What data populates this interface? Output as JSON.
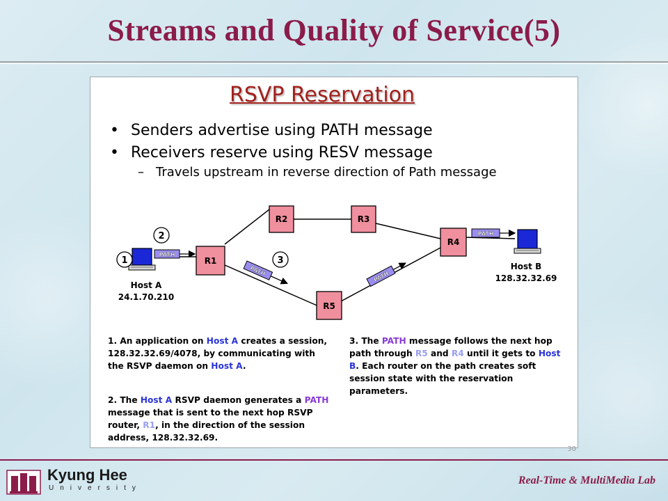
{
  "slide": {
    "title": "Streams and Quality of Service(5)",
    "footer_lab": "Real-Time & MultiMedia Lab",
    "logo_name": "Kyung Hee",
    "logo_sub": "University"
  },
  "content": {
    "heading": "RSVP Reservation",
    "bullets": [
      "Senders advertise using PATH message",
      "Receivers reserve using RESV message"
    ],
    "sub_bullet": "Travels upstream in reverse direction of Path message",
    "slide_number": "30"
  },
  "diagram": {
    "routers": [
      "R1",
      "R2",
      "R3",
      "R4",
      "R5"
    ],
    "host_a": {
      "label": "Host A",
      "ip": "24.1.70.210"
    },
    "host_b": {
      "label": "Host B",
      "ip": "128.32.32.69"
    },
    "path_label": "PATH",
    "steps": [
      "1",
      "2",
      "3"
    ]
  },
  "captions": {
    "c1": {
      "p1": "1. An application on ",
      "host": "Host A",
      "p2": " creates a session, 128.32.32.69/4078, by communicating with the RSVP daemon on ",
      "host2": "Host A",
      "p3": "."
    },
    "c2": {
      "p1": "2. The ",
      "host": "Host A",
      "p2": " RSVP daemon generates a ",
      "path": "PATH",
      "p3": " message that is sent to the next hop RSVP router, ",
      "r1": "R1",
      "p4": ", in the direction of the session address, 128.32.32.69."
    },
    "c3": {
      "p1": "3. The ",
      "path": "PATH",
      "p2": " message follows the next hop path through ",
      "r5": "R5",
      "p3": " and ",
      "r4": "R4",
      "p4": " until it gets to ",
      "host": "Host B",
      "p5": ". Each router on the path creates soft session state with the reservation parameters."
    }
  },
  "colors": {
    "title": "#8b1c4a",
    "heading": "#a0201c",
    "router_fill": "#f08f9e",
    "path_fill": "#9a8df0",
    "host_screen": "#1a28d8"
  }
}
